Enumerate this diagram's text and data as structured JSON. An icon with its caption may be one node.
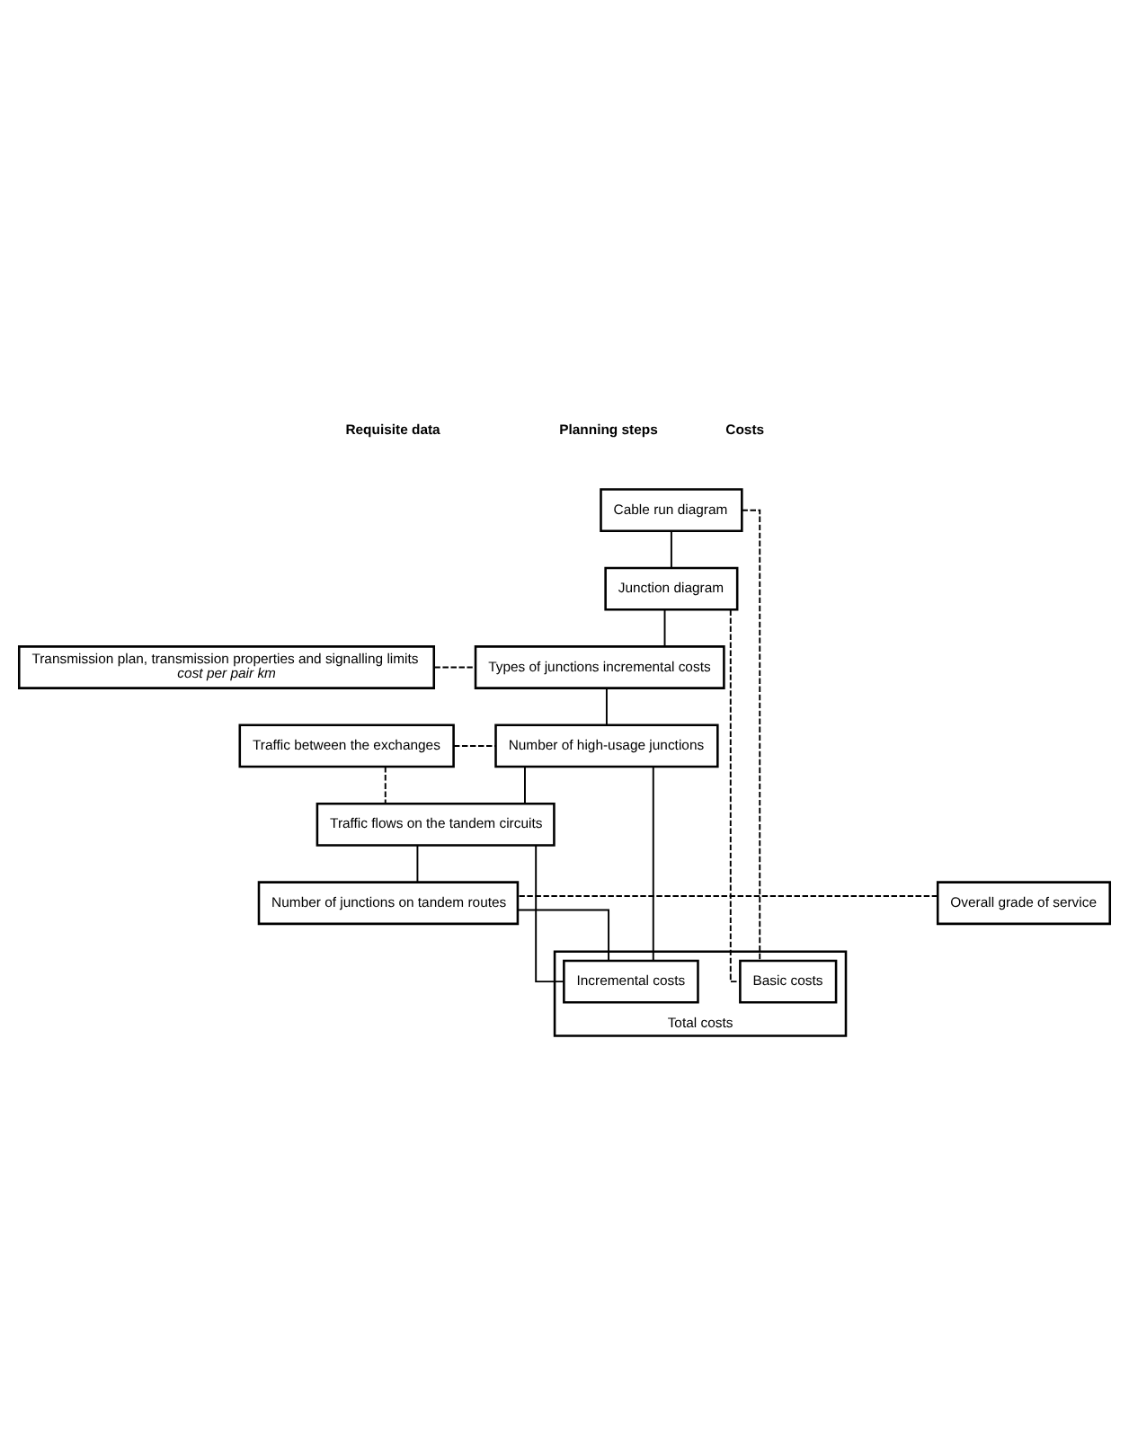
{
  "diagram": {
    "nodes": [
      {
        "text": [
          "Cable run diagram"
        ]
      },
      {
        "text": [
          "Junction diagram"
        ]
      },
      {
        "text": [
          "Types of junctions incremental costs"
        ]
      },
      {
        "text": [
          "Number of high-usage junctions"
        ]
      },
      {
        "text": [
          "Traffic flows on the tandem circuits"
        ]
      },
      {
        "text": [
          "Number of junctions on tandem routes"
        ]
      },
      {
        "text": [
          "Transmission plan, transmission properties and signalling limits",
          "cost per pair km"
        ]
      },
      {
        "text": [
          "Traffic between the exchanges"
        ]
      },
      {
        "text": [
          "Overall grade of service"
        ]
      },
      {
        "text": [
          "Total costs"
        ]
      },
      {
        "text": [
          "Incremental costs"
        ],
        "in": 9
      },
      {
        "text": [
          "Basic costs"
        ],
        "in": 9
      }
    ],
    "edges": [
      {
        "from": 0,
        "to": 1,
        "arrow": "none"
      },
      {
        "from": 1,
        "to": 2,
        "arrow": "none"
      },
      {
        "from": 2,
        "to": 3,
        "arrow": "none"
      },
      {
        "from": 3,
        "to": 4,
        "arrow": "none"
      },
      {
        "from": 4,
        "to": 5,
        "arrow": "none"
      },
      {
        "from": 0,
        "to": 11,
        "arrow": "none",
        "style": "dashed"
      },
      {
        "from": 1,
        "to": 11,
        "arrow": "none",
        "style": "dashed"
      },
      {
        "from": 6,
        "to": 2,
        "arrow": "none",
        "style": "dashed"
      },
      {
        "from": 7,
        "to": 3,
        "arrow": "none",
        "style": "dashed"
      },
      {
        "from": 7,
        "to": 4,
        "arrow": "none",
        "style": "dashed"
      },
      {
        "from": 8,
        "to": 5,
        "arrow": "none",
        "style": "dashed"
      },
      {
        "from": 3,
        "to": 10,
        "arrow": "none"
      },
      {
        "from": 4,
        "to": 10,
        "arrow": "none"
      },
      {
        "from": 5,
        "to": 10,
        "arrow": "none"
      }
    ],
    "labels": [
      "Requisite data",
      "Planning steps",
      "Costs"
    ]
  }
}
